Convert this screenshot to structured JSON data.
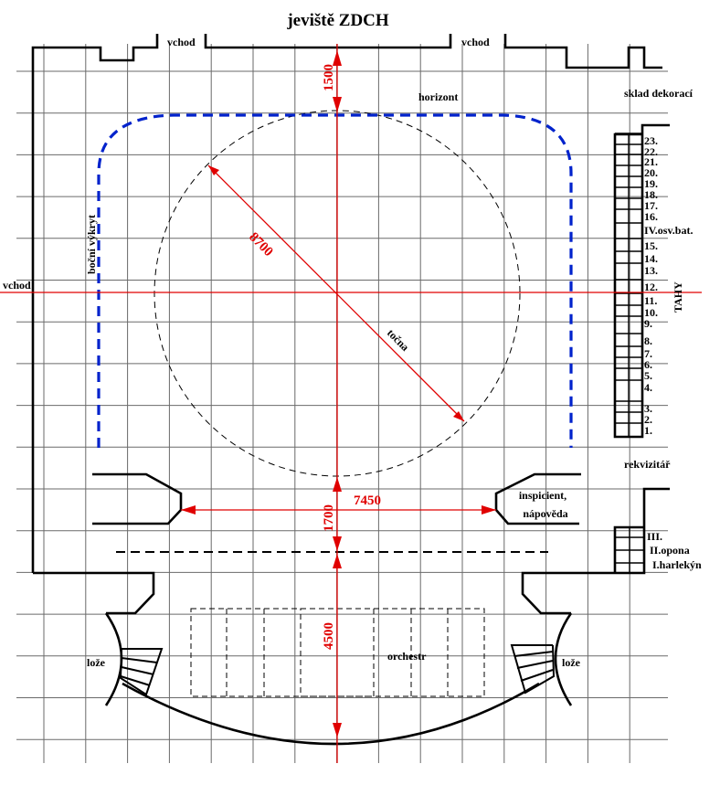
{
  "title": "jeviště ZDCH",
  "labels": {
    "entrance_top_left": "vchod",
    "entrance_top_right": "vchod",
    "entrance_left": "vchod",
    "horizon": "horizont",
    "scenery_store": "sklad dekorací",
    "side_masking": "boční výkryt",
    "revolve": "točna",
    "props": "rekvizitář",
    "stage_manager_1": "inspicient,",
    "stage_manager_2": "nápověda",
    "box_left": "lože",
    "box_right": "lože",
    "orchestra": "orchestr",
    "fly_bars": "TAHY"
  },
  "dimensions": {
    "top_depth": "1500",
    "revolve_diameter": "8700",
    "proscenium_width": "7450",
    "apron_depth": "1700",
    "orchestra_depth": "4500"
  },
  "fly_bars": [
    "23.",
    "22.",
    "21.",
    "20.",
    "19.",
    "18.",
    "17.",
    "16.",
    "IV.osv.bat.",
    "15.",
    "14.",
    "13.",
    "12.",
    "11.",
    "10.",
    "9.",
    "8.",
    "7.",
    "6.",
    "5.",
    "4.",
    "3.",
    "2.",
    "1."
  ],
  "curtains": [
    "III.",
    "II.opona",
    "I.harlekýn"
  ],
  "colors": {
    "dimension": "#e00000",
    "horizon": "#0022cc",
    "walls": "#000000"
  }
}
